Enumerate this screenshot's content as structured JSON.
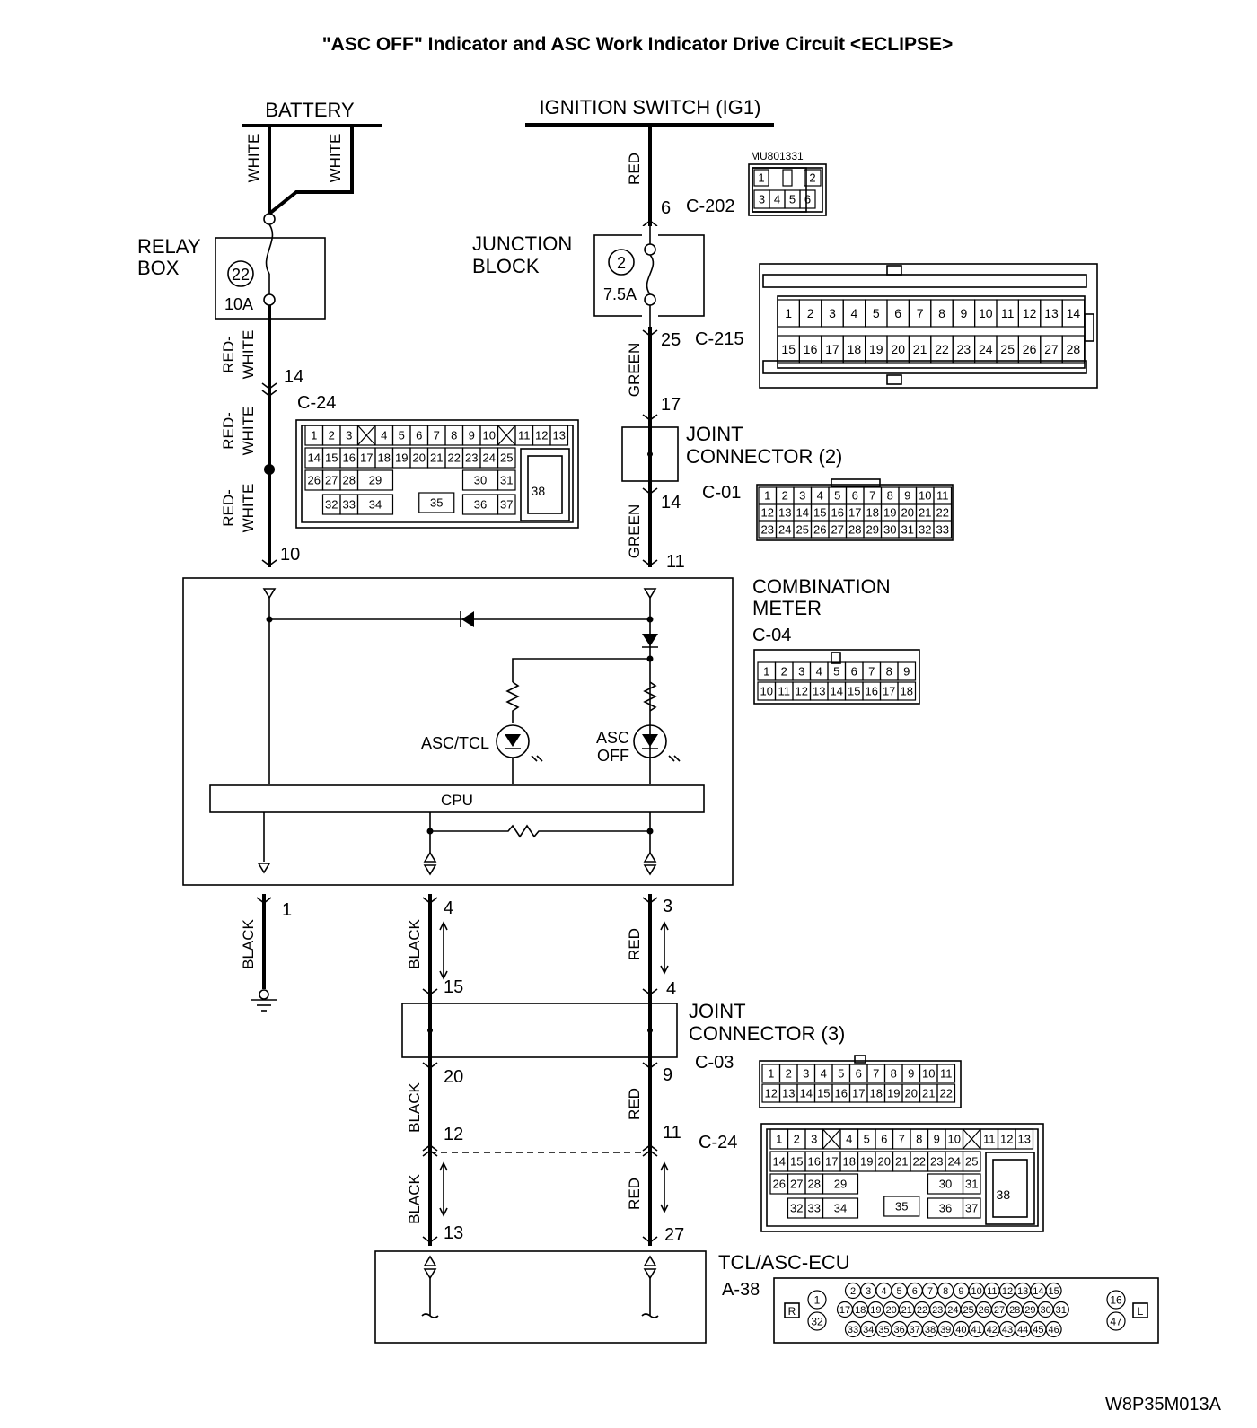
{
  "title": "\"ASC OFF\" Indicator and ASC Work Indicator Drive Circuit <ECLIPSE>",
  "sources": {
    "battery": "BATTERY",
    "ignition": "IGNITION SWITCH (IG1)"
  },
  "wire_colors": {
    "white_1": "WHITE",
    "white_2": "WHITE",
    "red_top": "RED",
    "rw_1": "RED-\nWHITE",
    "rw_2": "RED-\nWHITE",
    "rw_3": "RED-\nWHITE",
    "green_1": "GREEN",
    "green_2": "GREEN",
    "black_gnd": "BLACK",
    "black_1": "BLACK",
    "black_2": "BLACK",
    "black_3": "BLACK",
    "red_1": "RED",
    "red_2": "RED",
    "red_3": "RED"
  },
  "components": {
    "relay_box": {
      "line1": "RELAY",
      "line2": "BOX",
      "fuse_no": "22",
      "fuse_rating": "10A"
    },
    "junction_block": {
      "line1": "JUNCTION",
      "line2": "BLOCK",
      "fuse_no": "2",
      "fuse_rating": "7.5A"
    },
    "joint_connector_2": {
      "line1": "JOINT",
      "line2": "CONNECTOR (2)"
    },
    "combination_meter": {
      "line1": "COMBINATION",
      "line2": "METER",
      "conn": "C-04"
    },
    "joint_connector_3": {
      "line1": "JOINT",
      "line2": "CONNECTOR (3)"
    },
    "ecu": {
      "name": "TCL/ASC-ECU",
      "conn": "A-38"
    },
    "cpu": "CPU",
    "asc_tcl": "ASC/TCL",
    "asc_off_1": "ASC",
    "asc_off_2": "OFF"
  },
  "connector_labels": {
    "c202": "C-202",
    "c215": "C-215",
    "c24_top": "C-24",
    "c01": "C-01",
    "c03": "C-03",
    "c24_bottom": "C-24",
    "mu_part": "MU801331"
  },
  "pin_labels": {
    "p6": "6",
    "p25": "25",
    "p14a": "14",
    "p10": "10",
    "p17": "17",
    "p14b": "14",
    "p11a": "11",
    "p1": "1",
    "p4a": "4",
    "p3": "3",
    "p15": "15",
    "p4b": "4",
    "p20": "20",
    "p9": "9",
    "p12": "12",
    "p11b": "11",
    "p13": "13",
    "p27": "27"
  },
  "connector_pins": {
    "mu": [
      "1",
      "2",
      "3",
      "4",
      "5",
      "6"
    ],
    "c215_row1": [
      "1",
      "2",
      "3",
      "4",
      "5",
      "6",
      "7",
      "8",
      "9",
      "10",
      "11",
      "12",
      "13",
      "14"
    ],
    "c215_row2": [
      "15",
      "16",
      "17",
      "18",
      "19",
      "20",
      "21",
      "22",
      "23",
      "24",
      "25",
      "26",
      "27",
      "28"
    ],
    "c24_row1": [
      "1",
      "2",
      "3",
      "4",
      "5",
      "6",
      "7",
      "8",
      "9",
      "10",
      "11",
      "12",
      "13"
    ],
    "c24_row2": [
      "14",
      "15",
      "16",
      "17",
      "18",
      "19",
      "20",
      "21",
      "22",
      "23",
      "24",
      "25"
    ],
    "c24_row3": [
      "26",
      "27",
      "28",
      "29",
      "30",
      "31"
    ],
    "c24_row4": [
      "32",
      "33",
      "34",
      "35",
      "36",
      "37"
    ],
    "c24_big": "38",
    "c01_row1": [
      "1",
      "2",
      "3",
      "4",
      "5",
      "6",
      "7",
      "8",
      "9",
      "10",
      "11"
    ],
    "c01_row2": [
      "12",
      "13",
      "14",
      "15",
      "16",
      "17",
      "18",
      "19",
      "20",
      "21",
      "22"
    ],
    "c01_row3": [
      "23",
      "24",
      "25",
      "26",
      "27",
      "28",
      "29",
      "30",
      "31",
      "32",
      "33"
    ],
    "c04_row1": [
      "1",
      "2",
      "3",
      "4",
      "5",
      "6",
      "7",
      "8",
      "9"
    ],
    "c04_row2": [
      "10",
      "11",
      "12",
      "13",
      "14",
      "15",
      "16",
      "17",
      "18"
    ],
    "c03_row1": [
      "1",
      "2",
      "3",
      "4",
      "5",
      "6",
      "7",
      "8",
      "9",
      "10",
      "11"
    ],
    "c03_row2": [
      "12",
      "13",
      "14",
      "15",
      "16",
      "17",
      "18",
      "19",
      "20",
      "21",
      "22"
    ],
    "a38_top": [
      "2",
      "3",
      "4",
      "5",
      "6",
      "7",
      "8",
      "9",
      "10",
      "11",
      "12",
      "13",
      "14",
      "15"
    ],
    "a38_mid": [
      "17",
      "18",
      "19",
      "20",
      "21",
      "22",
      "23",
      "24",
      "25",
      "26",
      "27",
      "28",
      "29",
      "30",
      "31"
    ],
    "a38_bot": [
      "33",
      "34",
      "35",
      "36",
      "37",
      "38",
      "39",
      "40",
      "41",
      "42",
      "43",
      "44",
      "45",
      "46"
    ],
    "a38_left": [
      "1",
      "32"
    ],
    "a38_right": [
      "16",
      "47"
    ],
    "a38_r": "R",
    "a38_l": "L"
  },
  "figure_code": "W8P35M013A"
}
